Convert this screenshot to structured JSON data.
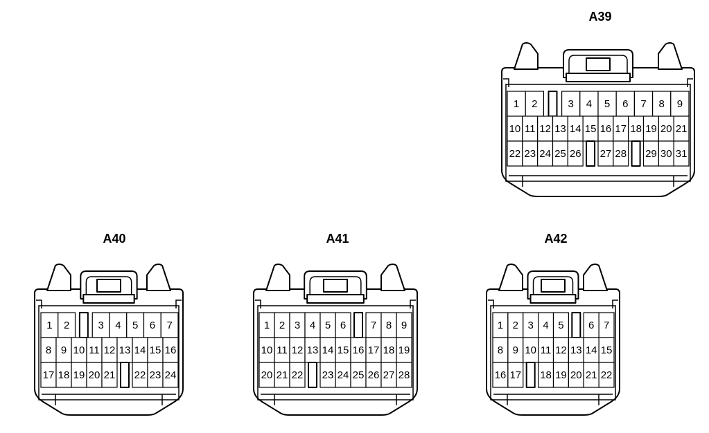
{
  "connectors": [
    {
      "id": "a39",
      "label": "A39",
      "rows": [
        [
          "1",
          "2",
          null,
          "3",
          "4",
          "5",
          "6",
          "7",
          "8",
          "9"
        ],
        [
          "10",
          "11",
          "12",
          "13",
          "14",
          "15",
          "16",
          "17",
          "18",
          "19",
          "20",
          "21"
        ],
        [
          "22",
          "23",
          "24",
          "25",
          "26",
          null,
          "27",
          "28",
          null,
          "29",
          "30",
          "31"
        ]
      ]
    },
    {
      "id": "a40",
      "label": "A40",
      "rows": [
        [
          "1",
          "2",
          null,
          "3",
          "4",
          "5",
          "6",
          "7"
        ],
        [
          "8",
          "9",
          "10",
          "11",
          "12",
          "13",
          "14",
          "15",
          "16"
        ],
        [
          "17",
          "18",
          "19",
          "20",
          "21",
          null,
          "22",
          "23",
          "24"
        ]
      ]
    },
    {
      "id": "a41",
      "label": "A41",
      "rows": [
        [
          "1",
          "2",
          "3",
          "4",
          "5",
          "6",
          null,
          "7",
          "8",
          "9"
        ],
        [
          "10",
          "11",
          "12",
          "13",
          "14",
          "15",
          "16",
          "17",
          "18",
          "19"
        ],
        [
          "20",
          "21",
          "22",
          null,
          "23",
          "24",
          "25",
          "26",
          "27",
          "28"
        ]
      ]
    },
    {
      "id": "a42",
      "label": "A42",
      "rows": [
        [
          "1",
          "2",
          "3",
          "4",
          "5",
          null,
          "6",
          "7"
        ],
        [
          "8",
          "9",
          "10",
          "11",
          "12",
          "13",
          "14",
          "15"
        ],
        [
          "16",
          "17",
          null,
          "18",
          "19",
          "20",
          "21",
          "22"
        ]
      ]
    }
  ]
}
